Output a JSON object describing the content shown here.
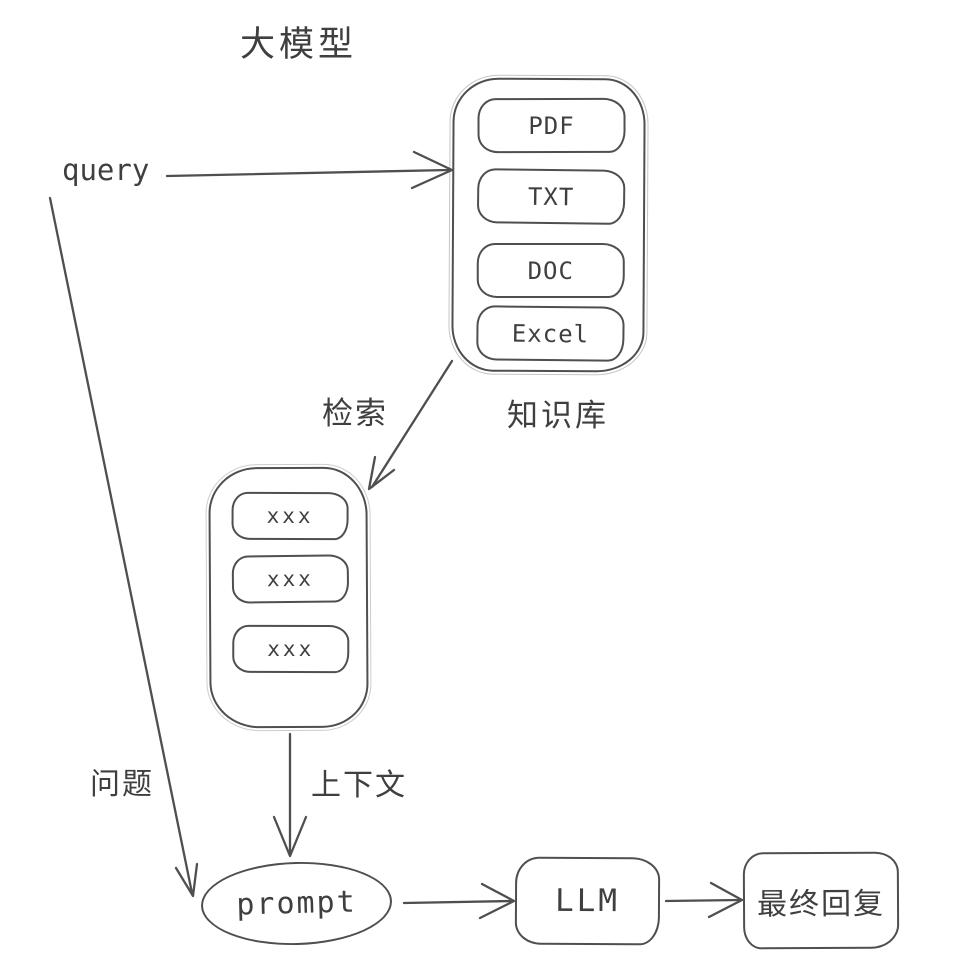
{
  "diagram": {
    "title": "大模型",
    "query_label": "query",
    "knowledge_base": {
      "label": "知识库",
      "items": [
        "PDF",
        "TXT",
        "DOC",
        "Excel"
      ]
    },
    "retrieval_label": "检索",
    "chunks": {
      "items": [
        "xxx",
        "xxx",
        "xxx"
      ]
    },
    "question_label": "问题",
    "context_label": "上下文",
    "prompt_label": "prompt",
    "llm_label": "LLM",
    "final_reply_label": "最终回复",
    "colors": {
      "bg": "#ffffff",
      "stroke": "#4f4f4f",
      "text": "#3f3f3f"
    }
  }
}
